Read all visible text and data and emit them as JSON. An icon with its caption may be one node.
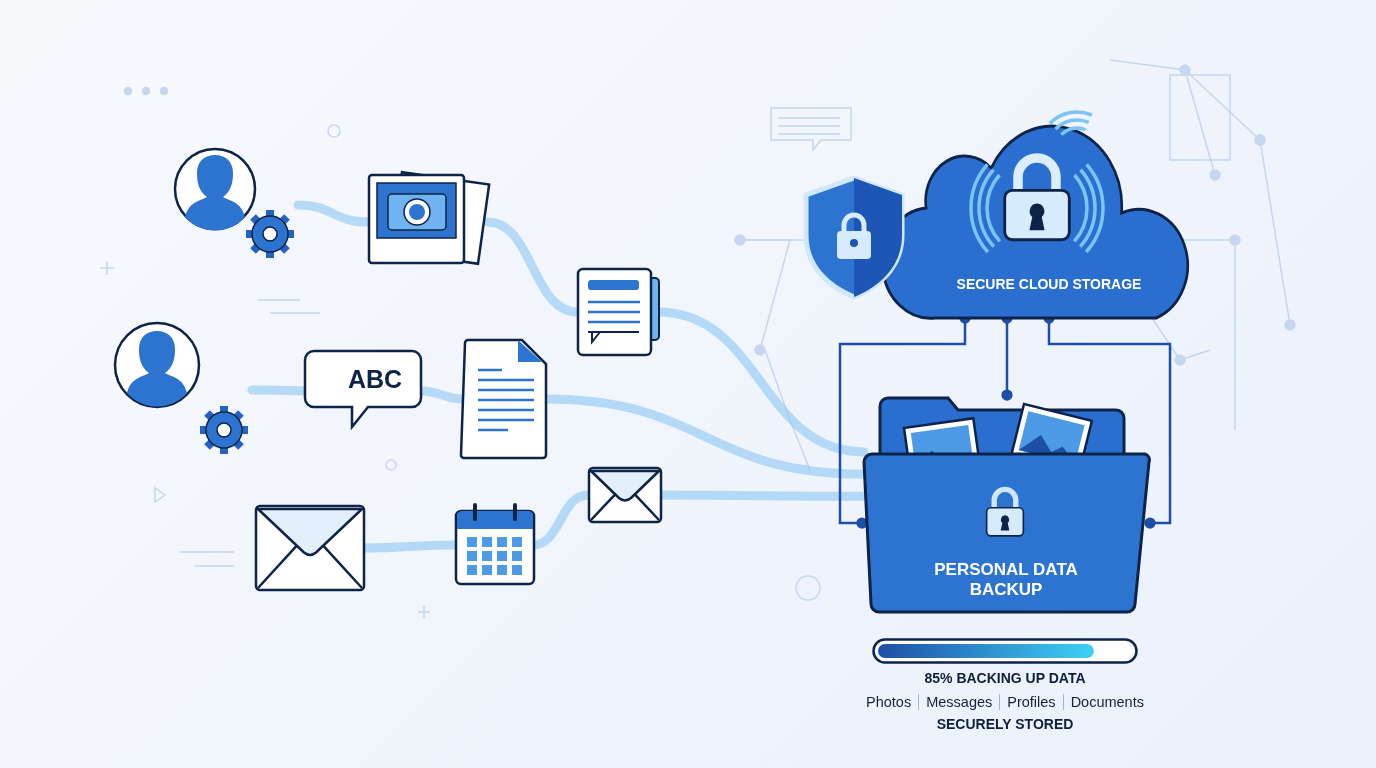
{
  "diagram": {
    "nodes": [
      {
        "text": [
          "SECURE CLOUD STORAGE"
        ]
      },
      {
        "text": [
          "PERSONAL DATA BACKUP"
        ]
      },
      {
        "text": [],
        "shape": "person"
      },
      {
        "text": [],
        "shape": "person"
      },
      {
        "text": [],
        "shape": "picture"
      },
      {
        "text": [
          "ABC"
        ]
      },
      {
        "text": [],
        "shape": "picture"
      },
      {
        "text": [],
        "shape": "picture"
      },
      {
        "text": [],
        "shape": "picture"
      },
      {
        "text": [],
        "shape": "picture"
      },
      {
        "text": [],
        "shape": "picture"
      }
    ],
    "edges": [
      {
        "from": 2,
        "to": 4,
        "arrow": "none"
      },
      {
        "from": 4,
        "to": 7,
        "arrow": "none"
      },
      {
        "from": 7,
        "to": 1,
        "arrow": "none"
      },
      {
        "from": 3,
        "to": 5,
        "arrow": "none"
      },
      {
        "from": 5,
        "to": 6,
        "arrow": "none"
      },
      {
        "from": 6,
        "to": 1,
        "arrow": "none"
      },
      {
        "from": 8,
        "to": 9,
        "arrow": "none"
      },
      {
        "from": 9,
        "to": 10,
        "arrow": "none"
      },
      {
        "from": 10,
        "to": 1,
        "arrow": "none"
      },
      {
        "from": 0,
        "to": 1,
        "arrow": "other",
        "color": "#1d4fa6"
      },
      {
        "from": 0,
        "to": 1,
        "arrow": "other",
        "color": "#1d4fa6"
      },
      {
        "from": 0,
        "to": 1,
        "arrow": "other",
        "color": "#1d4fa6"
      }
    ],
    "labels": [
      "85% BACKING UP DATA",
      "Photos",
      "Messages",
      "Profiles",
      "Documents",
      "SECURELY STORED"
    ]
  }
}
